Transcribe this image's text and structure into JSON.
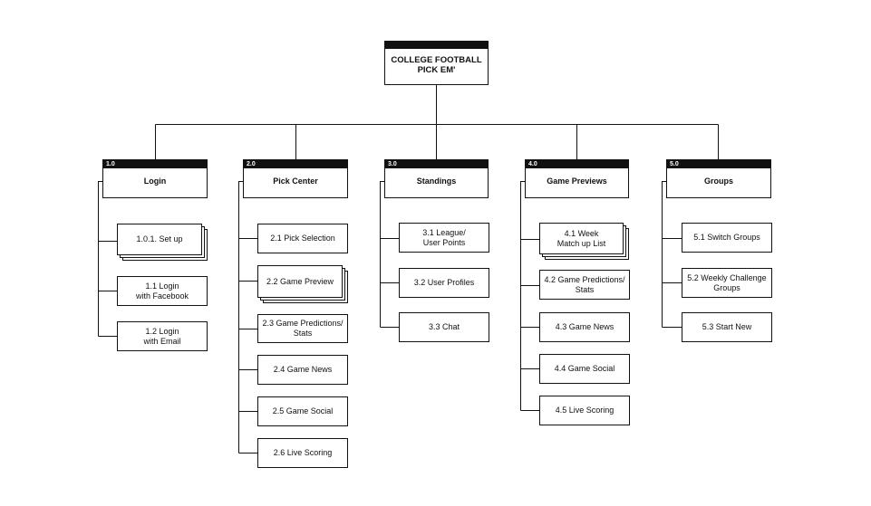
{
  "root": {
    "title": "COLLEGE FOOTBALL\nPICK EM'"
  },
  "categories": [
    {
      "num": "1.0",
      "label": "Login",
      "items": [
        "1.0.1. Set up",
        "1.1 Login\nwith Facebook",
        "1.2 Login\nwith Email"
      ]
    },
    {
      "num": "2.0",
      "label": "Pick Center",
      "items": [
        "2.1 Pick Selection",
        "2.2 Game Preview",
        "2.3 Game Predictions/\nStats",
        "2.4 Game News",
        "2.5 Game Social",
        "2.6 Live Scoring"
      ]
    },
    {
      "num": "3.0",
      "label": "Standings",
      "items": [
        "3.1 League/\nUser Points",
        "3.2 User Profiles",
        "3.3 Chat"
      ]
    },
    {
      "num": "4.0",
      "label": "Game Previews",
      "items": [
        "4.1 Week\nMatch up List",
        "4.2 Game Predictions/\nStats",
        "4.3 Game News",
        "4.4 Game Social",
        "4.5 Live Scoring"
      ]
    },
    {
      "num": "5.0",
      "label": "Groups",
      "items": [
        "5.1 Switch Groups",
        "5.2 Weekly Challenge\nGroups",
        "5.3 Start New"
      ]
    }
  ]
}
